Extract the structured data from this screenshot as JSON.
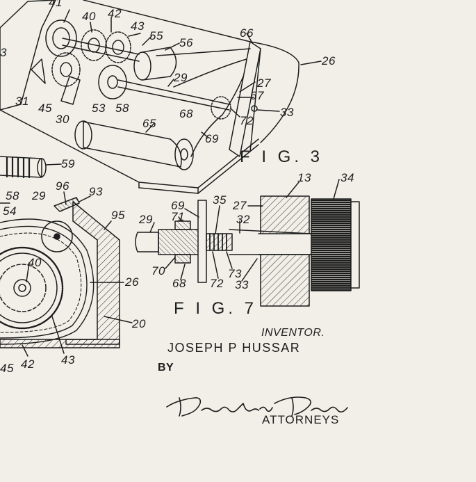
{
  "figures": {
    "fig3": "F I G. 3",
    "fig7": "F I G. 7"
  },
  "inventor": {
    "label": "INVENTOR.",
    "name": "JOSEPH  P  HUSSAR"
  },
  "by": "BY",
  "signature": {
    "text": "Barlow & Barlow",
    "role": "ATTORNEYS"
  },
  "reference_numerals": [
    {
      "id": "n41",
      "text": "41"
    },
    {
      "id": "n40a",
      "text": "40"
    },
    {
      "id": "n42a",
      "text": "42"
    },
    {
      "id": "n43a",
      "text": "43"
    },
    {
      "id": "n55",
      "text": "55"
    },
    {
      "id": "n56",
      "text": "56"
    },
    {
      "id": "n66",
      "text": "66"
    },
    {
      "id": "n26a",
      "text": "26"
    },
    {
      "id": "n3",
      "text": "3"
    },
    {
      "id": "n29a",
      "text": "29"
    },
    {
      "id": "n27a",
      "text": "27"
    },
    {
      "id": "n67",
      "text": "67"
    },
    {
      "id": "n31",
      "text": "31"
    },
    {
      "id": "n45",
      "text": "45"
    },
    {
      "id": "n53",
      "text": "53"
    },
    {
      "id": "n58a",
      "text": "58"
    },
    {
      "id": "n68a",
      "text": "68"
    },
    {
      "id": "n72a",
      "text": "72"
    },
    {
      "id": "n33a",
      "text": "33"
    },
    {
      "id": "n30",
      "text": "30"
    },
    {
      "id": "n65",
      "text": "65"
    },
    {
      "id": "n69a",
      "text": "69"
    },
    {
      "id": "n59",
      "text": "59"
    },
    {
      "id": "n58b",
      "text": "58"
    },
    {
      "id": "n29b",
      "text": "29"
    },
    {
      "id": "n96",
      "text": "96"
    },
    {
      "id": "n93",
      "text": "93"
    },
    {
      "id": "n54",
      "text": "54"
    },
    {
      "id": "n95",
      "text": "95"
    },
    {
      "id": "n40b",
      "text": "40"
    },
    {
      "id": "n26b",
      "text": "26"
    },
    {
      "id": "n20",
      "text": "20"
    },
    {
      "id": "n42b",
      "text": "42"
    },
    {
      "id": "n43b",
      "text": "43"
    },
    {
      "id": "n45b",
      "text": "45"
    },
    {
      "id": "n13",
      "text": "13"
    },
    {
      "id": "n34",
      "text": "34"
    },
    {
      "id": "n69b",
      "text": "69"
    },
    {
      "id": "n35",
      "text": "35"
    },
    {
      "id": "n27b",
      "text": "27"
    },
    {
      "id": "n71",
      "text": "71"
    },
    {
      "id": "n32",
      "text": "32"
    },
    {
      "id": "n29c",
      "text": "29"
    },
    {
      "id": "n70",
      "text": "70"
    },
    {
      "id": "n68b",
      "text": "68"
    },
    {
      "id": "n72b",
      "text": "72"
    },
    {
      "id": "n73",
      "text": "73"
    },
    {
      "id": "n33b",
      "text": "33"
    }
  ],
  "colors": {
    "paper": "#f1efe8",
    "ink": "#1d1d1d"
  }
}
